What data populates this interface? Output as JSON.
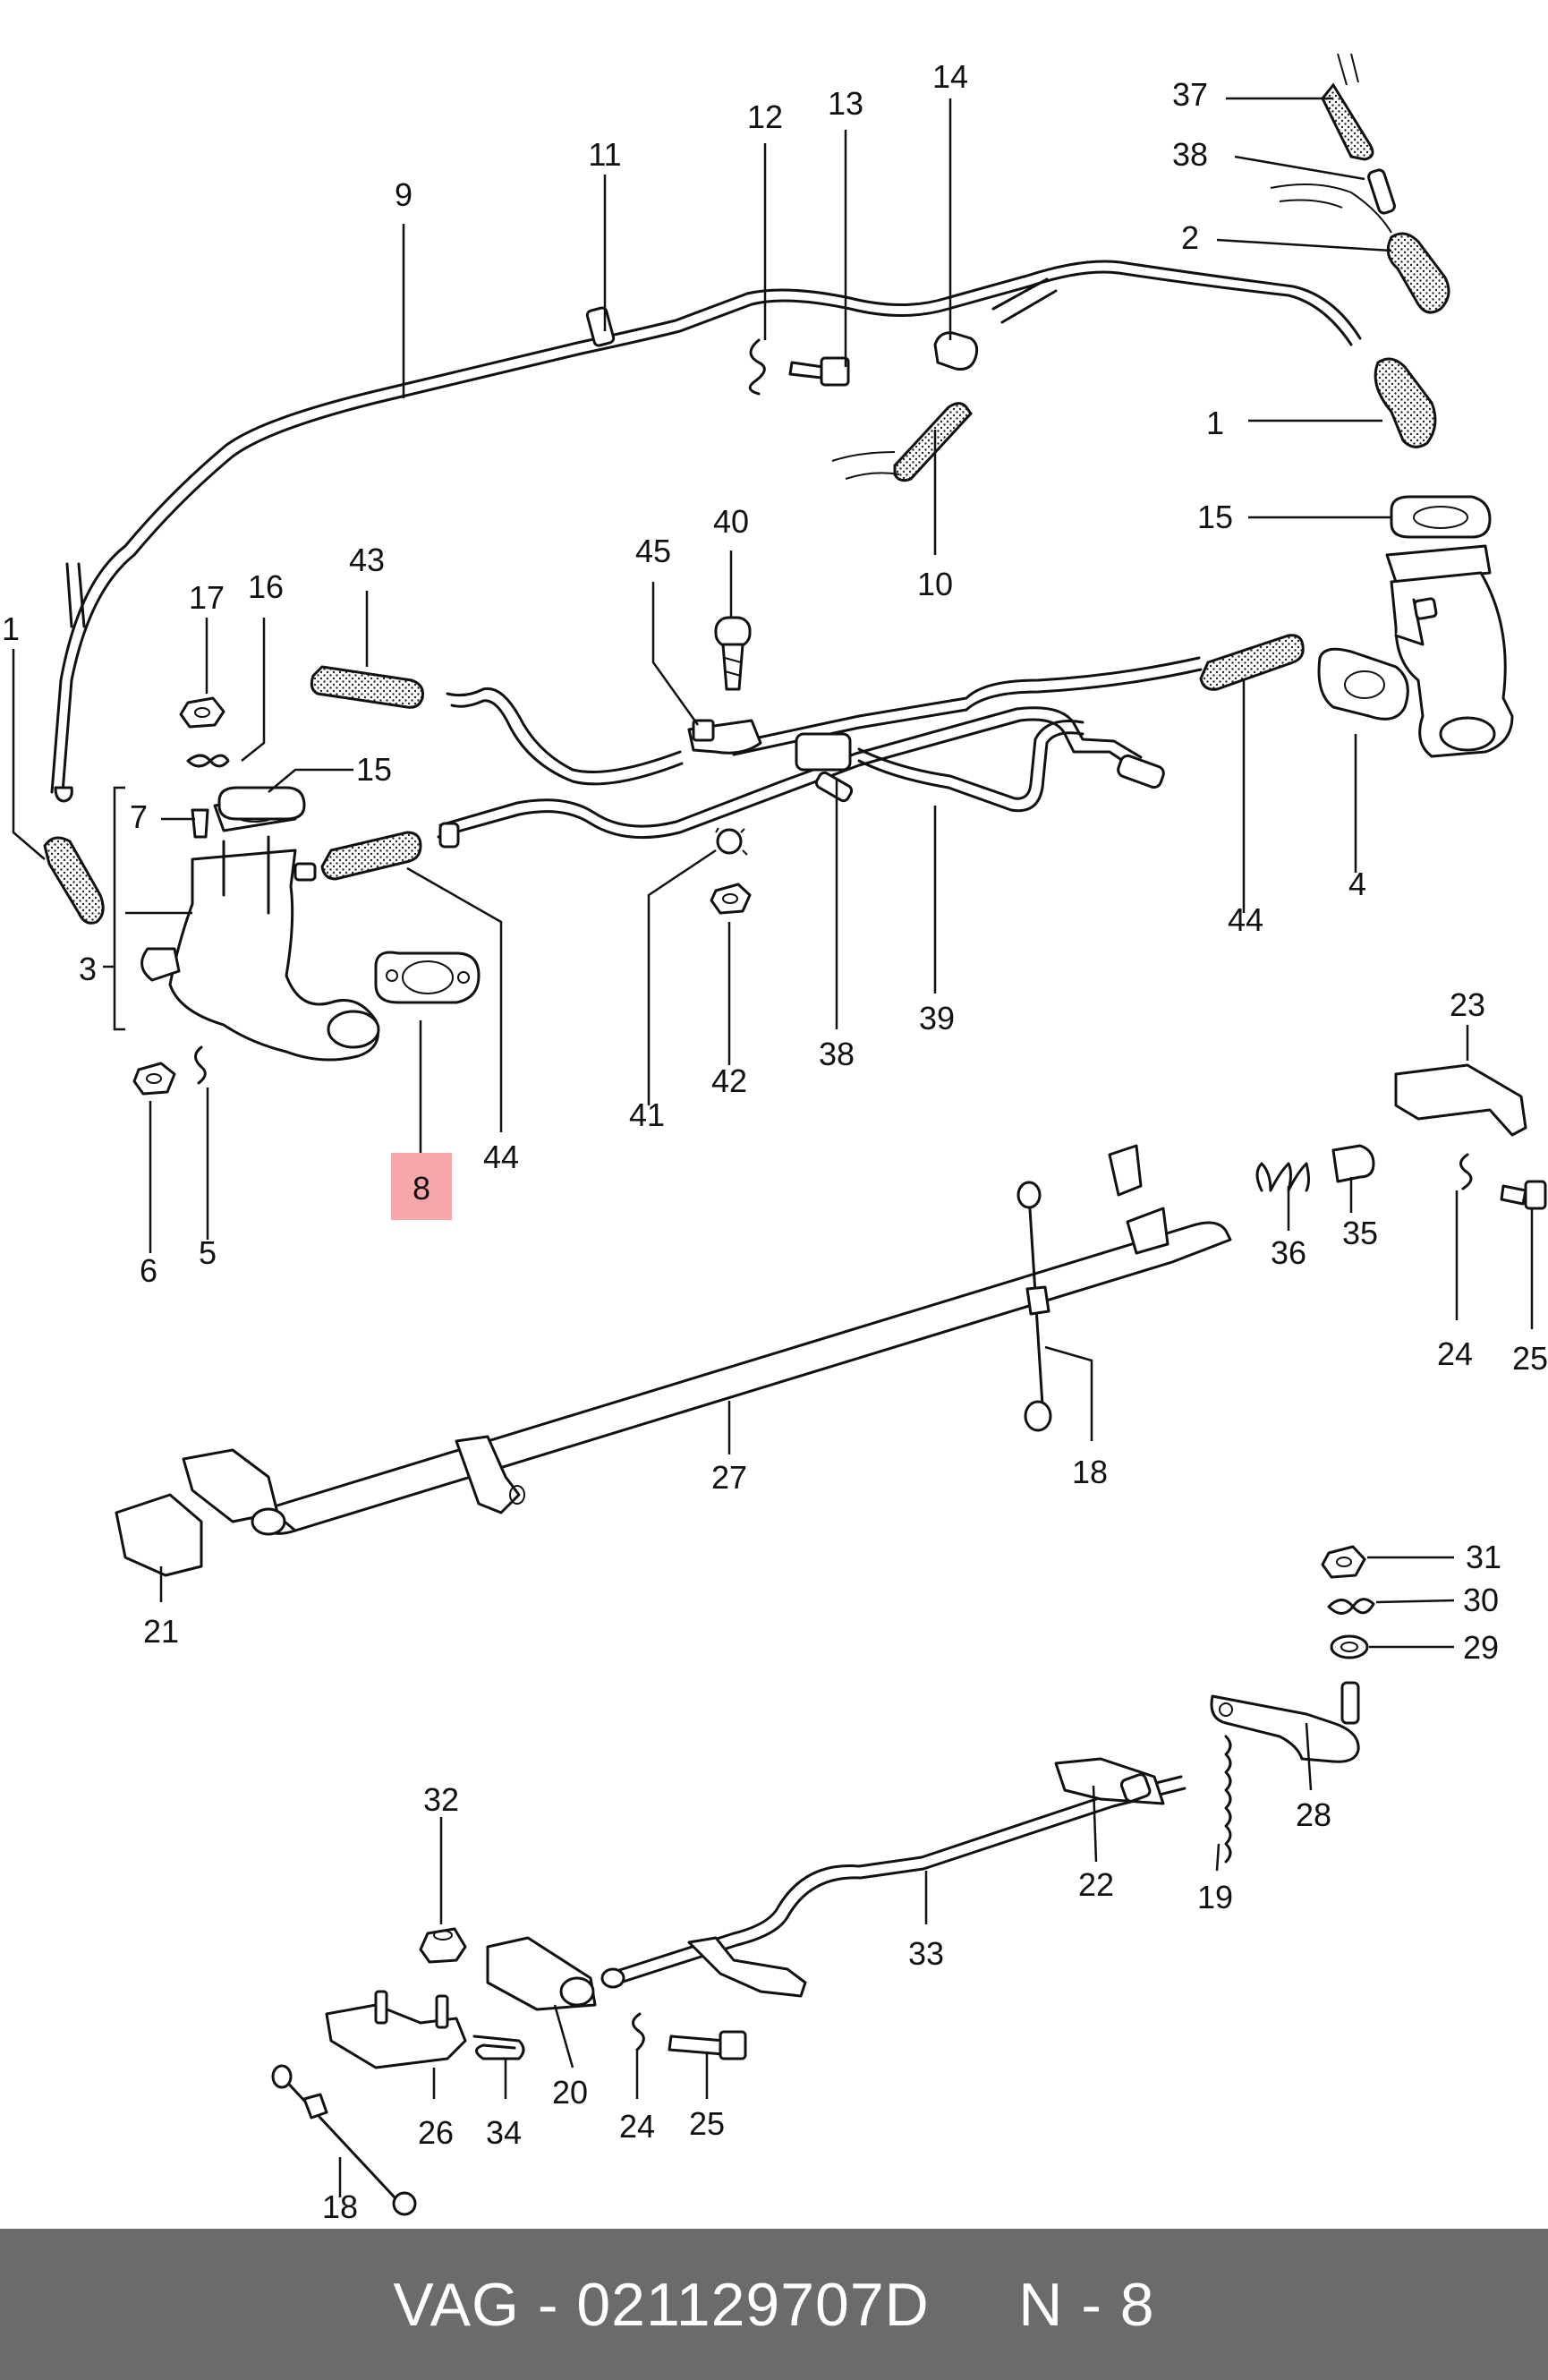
{
  "labels": {
    "l9": "9",
    "l11": "11",
    "l12": "12",
    "l13": "13",
    "l14": "14",
    "l37": "37",
    "l38a": "38",
    "l2": "2",
    "l1a": "1",
    "l10": "10",
    "l15a": "15",
    "l40": "40",
    "l45": "45",
    "l43": "43",
    "l17": "17",
    "l16": "16",
    "l1b": "1",
    "l15b": "15",
    "l7": "7",
    "l3": "3",
    "l4": "4",
    "l44a": "44",
    "l6": "6",
    "l5": "5",
    "l8": "8",
    "l44b": "44",
    "l41": "41",
    "l42": "42",
    "l38b": "38",
    "l39": "39",
    "l23": "23",
    "l36": "36",
    "l35": "35",
    "l24a": "24",
    "l25a": "25",
    "l27": "27",
    "l18a": "18",
    "l21": "21",
    "l31": "31",
    "l30": "30",
    "l29": "29",
    "l28": "28",
    "l22": "22",
    "l19": "19",
    "l32": "32",
    "l33": "33",
    "l20": "20",
    "l26": "26",
    "l34": "34",
    "l24b": "24",
    "l25b": "25",
    "l18b": "18"
  },
  "highlighted_part": "8",
  "highlight_color": "#f7a6ab",
  "footer": {
    "text": "VAG - 021129707D     N - 8",
    "background": "#6b6b6b",
    "text_color": "#ffffff"
  }
}
